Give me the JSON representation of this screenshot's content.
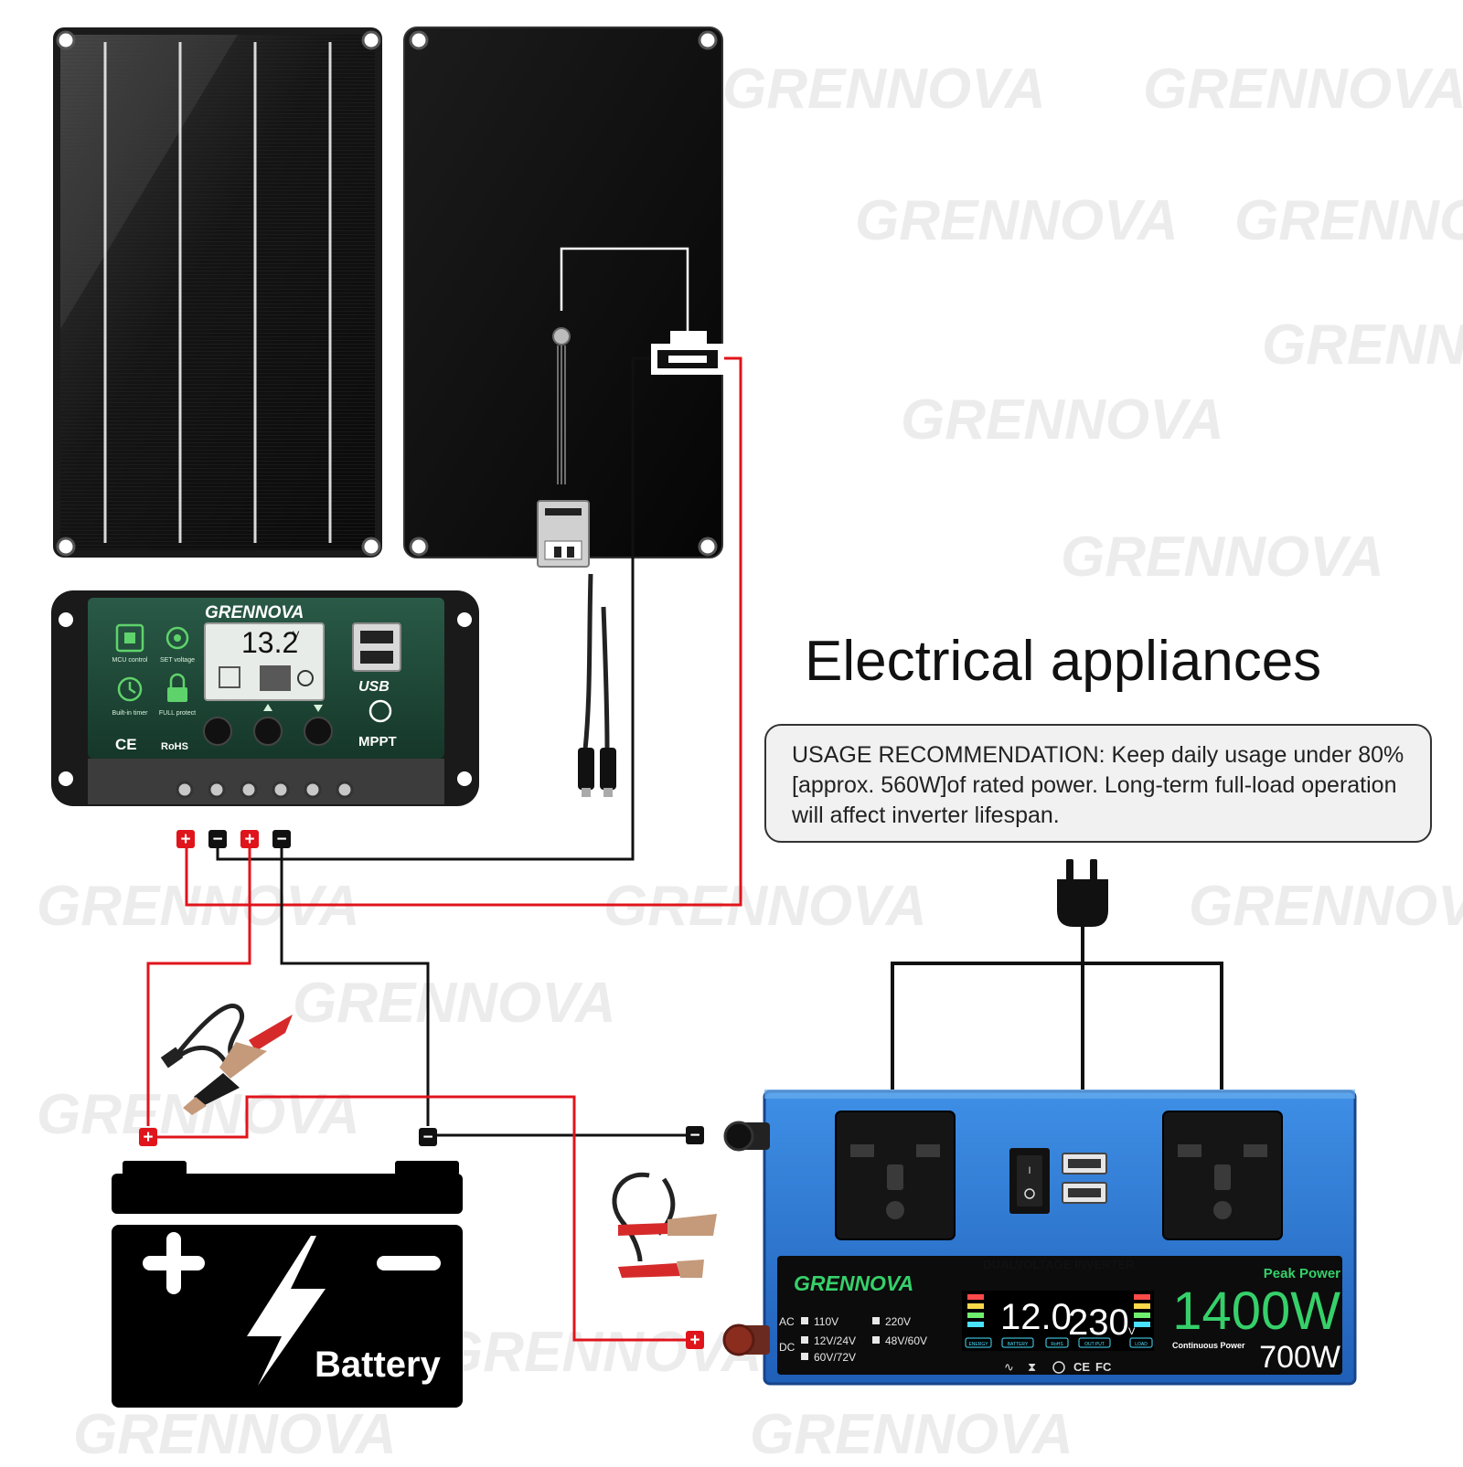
{
  "heading": "Electrical appliances",
  "usage_note": "USAGE RECOMMENDATION: Keep daily usage under 80% [approx. 560W]of rated power. Long-term full-load operation will affect inverter lifespan.",
  "brand": "GRENNOVA",
  "controller": {
    "lcd_voltage": "13.2",
    "lcd_unit": "V",
    "buttons": {
      "mcu": "MCU control",
      "set": "SET voltage",
      "timer": "Built-in timer",
      "protect": "FULL protect"
    },
    "usb_label": "USB",
    "mppt_label": "MPPT",
    "ce": "CE",
    "rohs": "RoHS",
    "terminals": [
      "+",
      "−",
      "+",
      "−"
    ]
  },
  "battery": {
    "label": "Battery"
  },
  "inverter": {
    "model_label": "DUALVOLTAGE INVERTER",
    "peak_label": "Peak Power",
    "peak_value": "1400W",
    "continuous_label": "Continuous Power",
    "continuous_value": "700W",
    "display_left": "12.0",
    "display_right": "230",
    "display_unit": "V",
    "indicators": [
      "ENERGY",
      "BATTERY",
      "RoHS",
      "OUT PUT",
      "LOAD"
    ],
    "ac_label": "AC",
    "dc_label": "DC",
    "ac_options": [
      "110V",
      "220V"
    ],
    "dc_options": [
      "12V/24V",
      "48V/60V",
      "60V/72V"
    ],
    "terminal_neg": "−",
    "terminal_pos": "+"
  },
  "colors": {
    "wire_red": "#e0141b",
    "wire_black": "#111111",
    "inverter_blue": "#2f7fd8",
    "controller_green": "#1f4a3a",
    "peak_green": "#36d06a"
  }
}
